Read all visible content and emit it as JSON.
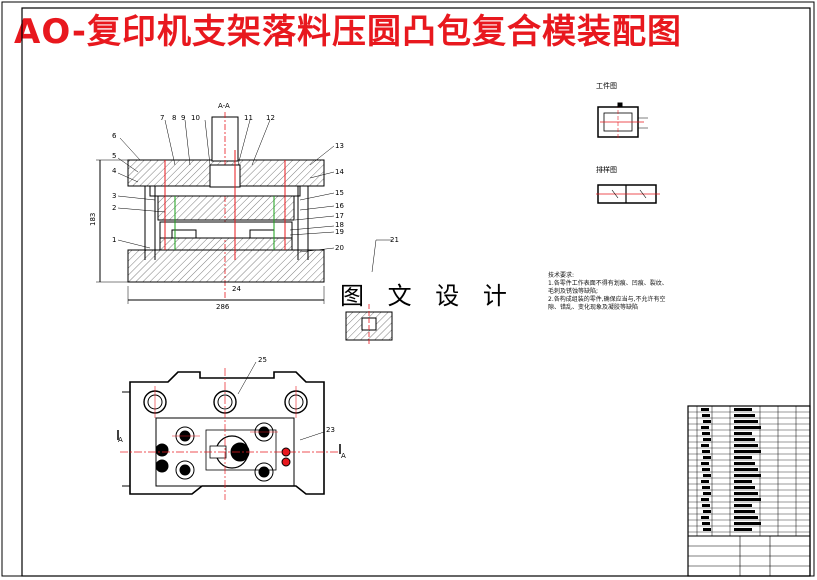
{
  "title": "AO-复印机支架落料压圆凸包复合模装配图",
  "watermark": "图 文 设 计",
  "section_label": "A-A",
  "workpiece_label": "工件图",
  "strip_label": "排样图",
  "dimensions": {
    "height": "183",
    "width": "286",
    "sub": "24"
  },
  "part_numbers": [
    "1",
    "2",
    "3",
    "4",
    "5",
    "6",
    "7",
    "8",
    "9",
    "10",
    "11",
    "12",
    "13",
    "14",
    "15",
    "16",
    "17",
    "18",
    "19",
    "20",
    "21",
    "23",
    "25"
  ],
  "view_marks": {
    "a_left": "A",
    "a_right": "A"
  },
  "tech_requirements": {
    "heading": "技术要求:",
    "lines": [
      "1.各零件工作表面不得有划痕、凹痕、裂纹、毛刺及锈蚀等缺陷;",
      "2.各构成组装的零件,确保应当与,不允许有空隙、错乱、变化现象及凝胶等缺陷"
    ]
  },
  "colors": {
    "title": "#e8181e",
    "line": "#000000",
    "accent_red": "#e8181e",
    "green": "#1aa01a"
  }
}
